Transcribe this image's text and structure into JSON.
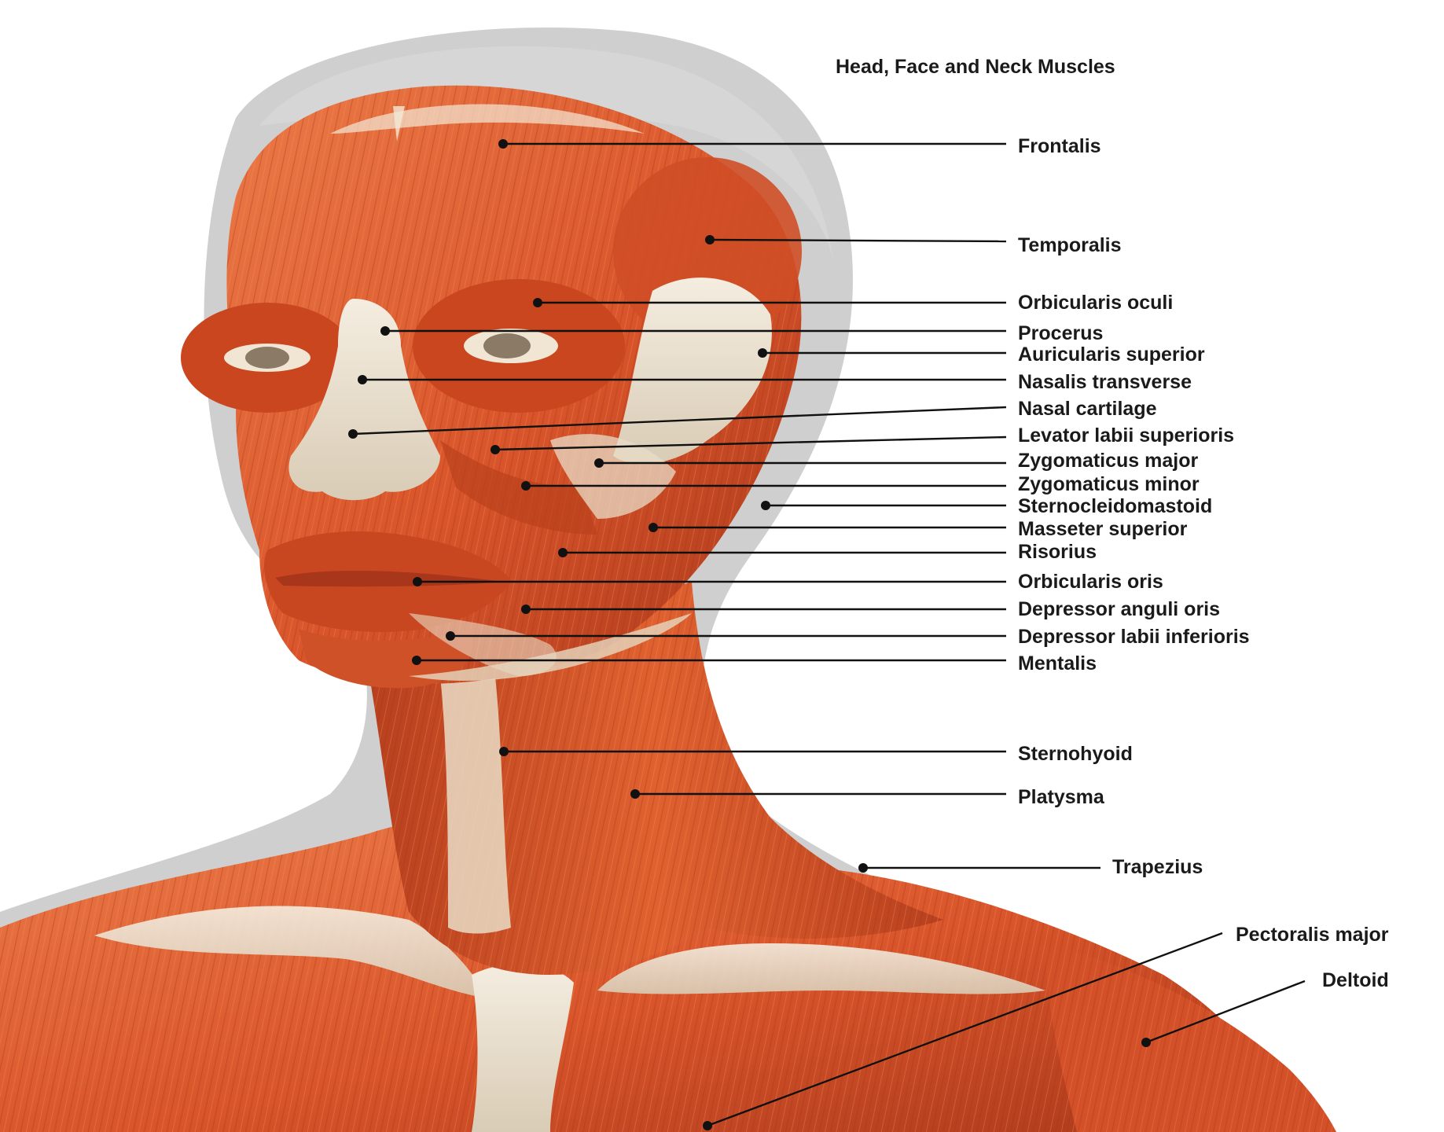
{
  "title": "Head, Face and Neck Muscles",
  "colors": {
    "muscle": "#d9542a",
    "muscle_dark": "#a8381b",
    "muscle_light": "#ec7a47",
    "tendon": "#ede3d2",
    "shadow": "#c9c9c9",
    "background": "#ffffff",
    "leader": "#111111"
  },
  "labels": [
    {
      "id": "frontalis",
      "text": "Frontalis"
    },
    {
      "id": "temporalis",
      "text": "Temporalis"
    },
    {
      "id": "orbicularis-oculi",
      "text": "Orbicularis oculi"
    },
    {
      "id": "procerus",
      "text": "Procerus"
    },
    {
      "id": "auricularis-superior",
      "text": "Auricularis superior"
    },
    {
      "id": "nasalis-transverse",
      "text": "Nasalis transverse"
    },
    {
      "id": "nasal-cartilage",
      "text": "Nasal cartilage"
    },
    {
      "id": "levator-labii-superioris",
      "text": "Levator labii superioris"
    },
    {
      "id": "zygomaticus-major",
      "text": "Zygomaticus major"
    },
    {
      "id": "zygomaticus-minor",
      "text": "Zygomaticus minor"
    },
    {
      "id": "sternocleidomastoid",
      "text": "Sternocleidomastoid"
    },
    {
      "id": "masseter-superior",
      "text": "Masseter superior"
    },
    {
      "id": "risorius",
      "text": "Risorius"
    },
    {
      "id": "orbicularis-oris",
      "text": "Orbicularis oris"
    },
    {
      "id": "depressor-anguli-oris",
      "text": "Depressor anguli oris"
    },
    {
      "id": "depressor-labii-inferioris",
      "text": "Depressor labii inferioris"
    },
    {
      "id": "mentalis",
      "text": "Mentalis"
    },
    {
      "id": "sternohyoid",
      "text": "Sternohyoid"
    },
    {
      "id": "platysma",
      "text": "Platysma"
    },
    {
      "id": "trapezius",
      "text": "Trapezius"
    },
    {
      "id": "pectoralis-major",
      "text": "Pectoralis major"
    },
    {
      "id": "deltoid",
      "text": "Deltoid"
    }
  ]
}
